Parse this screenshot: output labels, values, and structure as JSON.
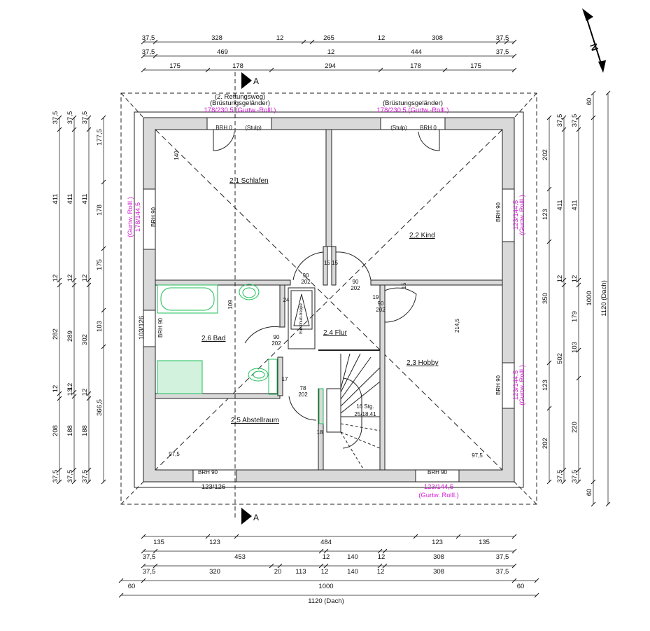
{
  "plan": {
    "rooms": {
      "schlafen": "2,1 Schlafen",
      "kind": "2,2 Kind",
      "hobby": "2,3 Hobby",
      "flur": "2.4 Flur",
      "abstellraum": "2,5 Abstellraum",
      "bad": "2,6 Bad"
    },
    "section_marker": "A",
    "north_marker": "N",
    "windows": {
      "top_left_note1": "(2. Rettungsweg)",
      "top_left_note2": "(Brüstungsgeländer)",
      "top_left_size": "178/230,5 (Gurtw.-Rolll.)",
      "top_right_note": "(Brüstungsgeländer)",
      "top_right_size": "178/230,5 (Gurtw.-Rolll.)",
      "brh0": "BRH 0",
      "stulp": "(Stulp)",
      "brh90": "BRH 90",
      "left_top_size": "178/144,5",
      "left_top_note": "(Gurtw. Rolll.)",
      "left_bottom_size": "103/126",
      "right_size": "123/144,5",
      "right_note": "(Gurtw. Rolll.)",
      "bottom_left_size": "123/126",
      "bottom_right_size": "123/144,5",
      "bottom_right_note": "(Gurtw. Rolll.)"
    },
    "doors": {
      "d1": [
        "90",
        "202"
      ],
      "d2": [
        "90",
        "202"
      ],
      "d3": [
        "90",
        "202"
      ],
      "d4": [
        "90",
        "202"
      ],
      "d5": [
        "78",
        "202"
      ]
    },
    "interior_dims": {
      "a140": "140",
      "a97l": "97,5",
      "a97r": "97,5",
      "a109": "109",
      "a1515": "15 15",
      "a24": "24",
      "a19": "19",
      "a15": "15",
      "a2145": "214,5",
      "a17": "17",
      "a18": "18"
    },
    "stairs": {
      "count": "16 Stg.",
      "ratio": "25/18,41"
    },
    "attic_ladder": "Einschub-treppe"
  },
  "dimensions": {
    "top": [
      [
        "37,5",
        "328",
        "12",
        "265",
        "12",
        "308",
        "37,5"
      ],
      [
        "37,5",
        "469",
        "12",
        "444",
        "37,5"
      ],
      [
        "175",
        "178",
        "294",
        "178",
        "175"
      ]
    ],
    "bottom": [
      [
        "135",
        "123",
        "484",
        "123",
        "135"
      ],
      [
        "37,5",
        "453",
        "12",
        "140",
        "12",
        "308",
        "37,5"
      ],
      [
        "37,5",
        "320",
        "20",
        "113",
        "12",
        "140",
        "12",
        "308",
        "37,5"
      ],
      [
        "60",
        "1000",
        "60"
      ],
      [
        "1120 (Dach)"
      ]
    ],
    "left": [
      [
        "37,5",
        "411",
        "12",
        "282",
        "12",
        "208",
        "37,5"
      ],
      [
        "37,5",
        "411",
        "12",
        "289",
        "12",
        "13",
        "188",
        "37,5"
      ],
      [
        "37,5",
        "411",
        "12",
        "302",
        "12",
        "188",
        "37,5"
      ],
      [
        "177,5",
        "178",
        "175",
        "103",
        "366,5"
      ]
    ],
    "right": [
      [
        "202",
        "123",
        "350",
        "123",
        "202"
      ],
      [
        "37,5",
        "411",
        "12",
        "502",
        "37,5"
      ],
      [
        "37,5",
        "411",
        "12",
        "179",
        "103",
        "220",
        "37,5"
      ],
      [
        "60",
        "1000",
        "60"
      ],
      [
        "1120 (Dach)"
      ]
    ]
  },
  "colors": {
    "wall": "#d9d9d9",
    "window_note": "#d21fd2",
    "sanitary": "#1fbf5a"
  }
}
